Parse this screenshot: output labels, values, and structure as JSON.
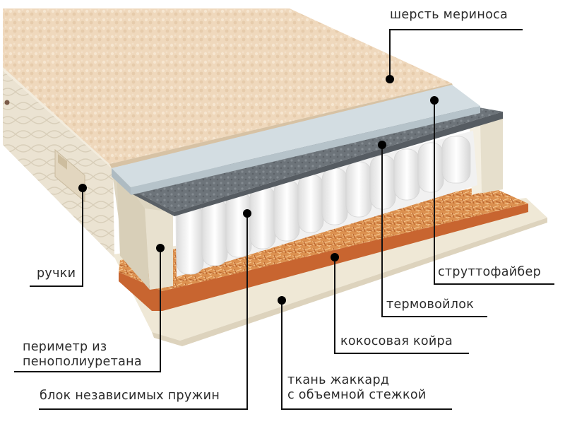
{
  "diagram": {
    "subject": "Mattress cross-section",
    "colors": {
      "merino_top": "#efd9bf",
      "side_cover": "#ebe3d3",
      "struttofiber": "#c9d4da",
      "thermofelt": "#6e757b",
      "spring_block": "#f4f4f4",
      "coconut_coir": "#d98a4a",
      "coir_edge": "#c4622c",
      "foam_perimeter": "#e6dfcc",
      "jacquard_base": "#efe8d7",
      "callout_line": "#111111"
    },
    "labels": {
      "merino": "шерсть мериноса",
      "struttofiber": "струттофайбер",
      "thermofelt": "термовойлок",
      "coir": "кокосовая койра",
      "jacquard_line1": "ткань жаккард",
      "jacquard_line2": "с объемной стежкой",
      "handles": "ручки",
      "perimeter_line1": "периметр из",
      "perimeter_line2": "пенополиуретана",
      "spring_block": "блок независимых пружин"
    }
  }
}
